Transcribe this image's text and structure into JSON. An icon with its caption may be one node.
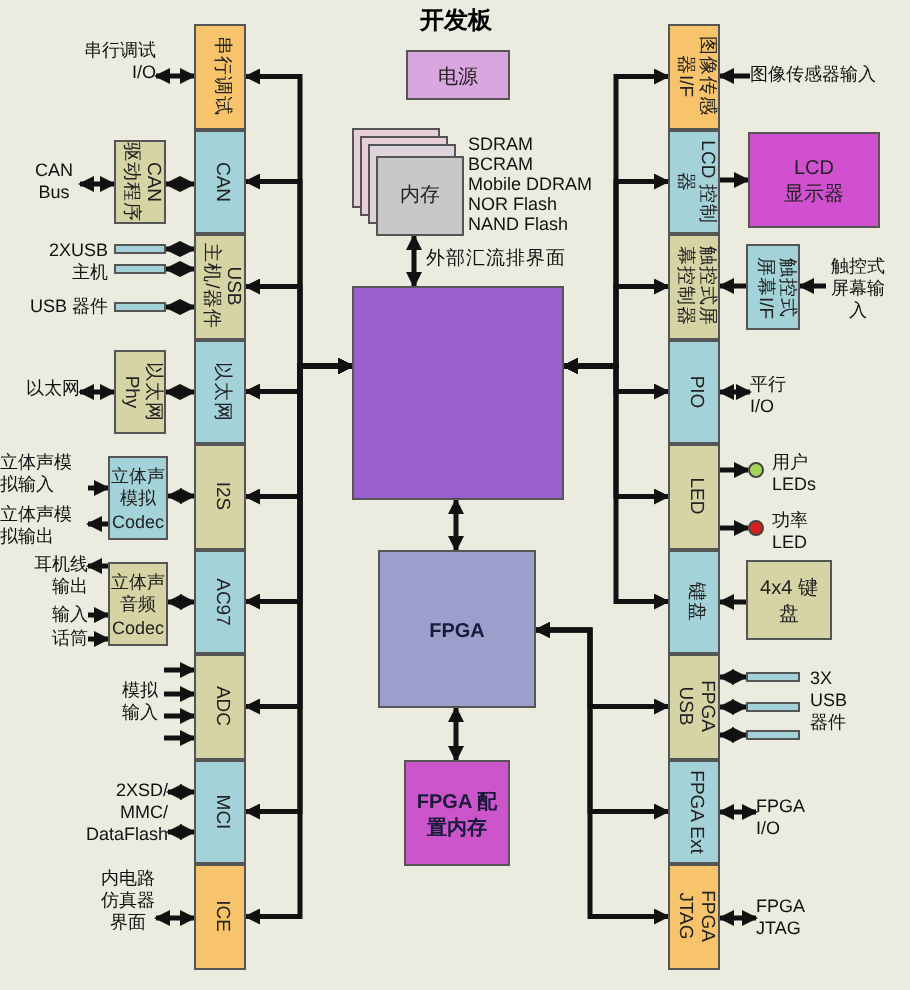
{
  "diagram": {
    "title": "开发板",
    "nodes": [
      {
        "text": [
          "电源"
        ]
      },
      {
        "text": [
          "内存"
        ],
        "beside": [
          "SDRAM",
          "BCRAM",
          "Mobile DDRAM",
          "NOR Flash",
          "NAND Flash"
        ]
      },
      {
        "text": [],
        "shape": "box"
      },
      {
        "text": [
          "FPGA"
        ]
      },
      {
        "text": [
          "FPGA 配置内存"
        ]
      },
      {
        "text": [
          "串行调试"
        ]
      },
      {
        "text": [
          "CAN"
        ]
      },
      {
        "text": [
          "USB 主机/器件"
        ]
      },
      {
        "text": [
          "以太网"
        ]
      },
      {
        "text": [
          "I2S"
        ]
      },
      {
        "text": [
          "AC97"
        ]
      },
      {
        "text": [
          "ADC"
        ]
      },
      {
        "text": [
          "MCI"
        ]
      },
      {
        "text": [
          "ICE"
        ]
      },
      {
        "text": [
          "图像传感器I/F"
        ]
      },
      {
        "text": [
          "LCD 控制器"
        ]
      },
      {
        "text": [
          "触控式屏幕控制器"
        ]
      },
      {
        "text": [
          "PIO"
        ]
      },
      {
        "text": [
          "LED"
        ]
      },
      {
        "text": [
          "键盘"
        ]
      },
      {
        "text": [
          "FPGA USB"
        ]
      },
      {
        "text": [
          "FPGA Ext"
        ]
      },
      {
        "text": [
          "FPGA JTAG"
        ]
      },
      {
        "text": [
          "串行调试 I/O"
        ]
      },
      {
        "text": [
          "CAN Bus"
        ]
      },
      {
        "text": [
          "CAN 驱动程序"
        ]
      },
      {
        "text": [],
        "shape": "bar"
      },
      {
        "text": [],
        "shape": "bar"
      },
      {
        "text": [],
        "shape": "bar"
      },
      {
        "text": [
          "以太网"
        ]
      },
      {
        "text": [
          "以太网 Phy"
        ]
      },
      {
        "text": [
          "立体声模拟输入"
        ]
      },
      {
        "text": [
          "立体声模拟Codec"
        ]
      },
      {
        "text": [
          "立体声模拟输出"
        ]
      },
      {
        "text": [
          "耳机线输出"
        ]
      },
      {
        "text": [
          "立体声音频Codec"
        ]
      },
      {
        "text": [
          "输入"
        ]
      },
      {
        "text": [
          "话筒"
        ]
      },
      {
        "text": [
          "2XSD/ MMC/ DataFlash"
        ]
      },
      {
        "text": [
          "内电路仿真器界面"
        ]
      },
      {
        "text": [
          "图像传感器输入"
        ]
      },
      {
        "text": [
          "LCD 显示器"
        ]
      },
      {
        "text": [
          "触控式屏幕I/F"
        ]
      },
      {
        "text": [
          "触控式屏幕输入"
        ]
      },
      {
        "text": [
          "平行 I/O"
        ]
      },
      {
        "text": [],
        "shape": "circle",
        "beside": [
          "用户 LEDs"
        ]
      },
      {
        "text": [],
        "shape": "circle",
        "beside": [
          "功率 LED"
        ]
      },
      {
        "text": [
          "4x4 键盘"
        ]
      },
      {
        "text": [],
        "shape": "bar"
      },
      {
        "text": [],
        "shape": "bar"
      },
      {
        "text": [],
        "shape": "bar"
      },
      {
        "text": [
          "FPGA I/O"
        ]
      },
      {
        "text": [
          "FPGA JTAG"
        ]
      },
      {
        "text": [
          "模拟输入"
        ]
      }
    ],
    "edges": [
      {
        "from": 1,
        "to": 2,
        "arrow": "both",
        "label": "外部汇流排界面"
      },
      {
        "from": 2,
        "to": 3,
        "arrow": "both"
      },
      {
        "from": 3,
        "to": 4,
        "arrow": "both"
      },
      {
        "from": 2,
        "to": 5,
        "arrow": "both"
      },
      {
        "from": 2,
        "to": 6,
        "arrow": "both"
      },
      {
        "from": 2,
        "to": 7,
        "arrow": "both"
      },
      {
        "from": 2,
        "to": 8,
        "arrow": "both"
      },
      {
        "from": 2,
        "to": 9,
        "arrow": "both"
      },
      {
        "from": 2,
        "to": 10,
        "arrow": "both"
      },
      {
        "from": 2,
        "to": 11,
        "arrow": "both"
      },
      {
        "from": 2,
        "to": 12,
        "arrow": "both"
      },
      {
        "from": 2,
        "to": 13,
        "arrow": "both"
      },
      {
        "from": 2,
        "to": 14,
        "arrow": "both"
      },
      {
        "from": 2,
        "to": 15,
        "arrow": "both"
      },
      {
        "from": 2,
        "to": 16,
        "arrow": "both"
      },
      {
        "from": 2,
        "to": 17,
        "arrow": "both"
      },
      {
        "from": 2,
        "to": 18,
        "arrow": "both"
      },
      {
        "from": 2,
        "to": 19,
        "arrow": "both"
      },
      {
        "from": 3,
        "to": 20,
        "arrow": "both"
      },
      {
        "from": 3,
        "to": 21,
        "arrow": "both"
      },
      {
        "from": 3,
        "to": 22,
        "arrow": "both"
      },
      {
        "from": 23,
        "to": 5,
        "arrow": "both"
      },
      {
        "from": 24,
        "to": 25,
        "arrow": "both"
      },
      {
        "from": 25,
        "to": 6,
        "arrow": "both"
      },
      {
        "from": 26,
        "to": 7,
        "arrow": "both"
      },
      {
        "from": 27,
        "to": 7,
        "arrow": "both"
      },
      {
        "from": 28,
        "to": 7,
        "arrow": "both"
      },
      {
        "from": 29,
        "to": 30,
        "arrow": "both"
      },
      {
        "from": 30,
        "to": 8,
        "arrow": "both"
      },
      {
        "from": 31,
        "to": 32,
        "arrow": "to"
      },
      {
        "from": 32,
        "to": 33,
        "arrow": "to"
      },
      {
        "from": 32,
        "to": 9,
        "arrow": "both"
      },
      {
        "from": 35,
        "to": 34,
        "arrow": "to"
      },
      {
        "from": 36,
        "to": 35,
        "arrow": "to"
      },
      {
        "from": 37,
        "to": 35,
        "arrow": "to"
      },
      {
        "from": 35,
        "to": 10,
        "arrow": "both"
      },
      {
        "from": 53,
        "to": 11,
        "arrow": "to"
      },
      {
        "from": 53,
        "to": 11,
        "arrow": "to"
      },
      {
        "from": 53,
        "to": 11,
        "arrow": "to"
      },
      {
        "from": 53,
        "to": 11,
        "arrow": "to"
      },
      {
        "from": 38,
        "to": 12,
        "arrow": "both"
      },
      {
        "from": 38,
        "to": 12,
        "arrow": "both"
      },
      {
        "from": 39,
        "to": 13,
        "arrow": "both"
      },
      {
        "from": 40,
        "to": 14,
        "arrow": "to"
      },
      {
        "from": 15,
        "to": 41,
        "arrow": "to"
      },
      {
        "from": 43,
        "to": 42,
        "arrow": "to"
      },
      {
        "from": 42,
        "to": 16,
        "arrow": "to"
      },
      {
        "from": 17,
        "to": 44,
        "arrow": "both"
      },
      {
        "from": 18,
        "to": 45,
        "arrow": "to"
      },
      {
        "from": 18,
        "to": 46,
        "arrow": "to"
      },
      {
        "from": 47,
        "to": 19,
        "arrow": "to"
      },
      {
        "from": 20,
        "to": 48,
        "arrow": "both"
      },
      {
        "from": 20,
        "to": 49,
        "arrow": "both"
      },
      {
        "from": 20,
        "to": 50,
        "arrow": "both"
      },
      {
        "from": 21,
        "to": 51,
        "arrow": "both"
      },
      {
        "from": 22,
        "to": 52,
        "arrow": "both"
      }
    ],
    "labels": [
      "2XUSB 主机",
      "USB 器件",
      "3X USB 器件"
    ]
  }
}
